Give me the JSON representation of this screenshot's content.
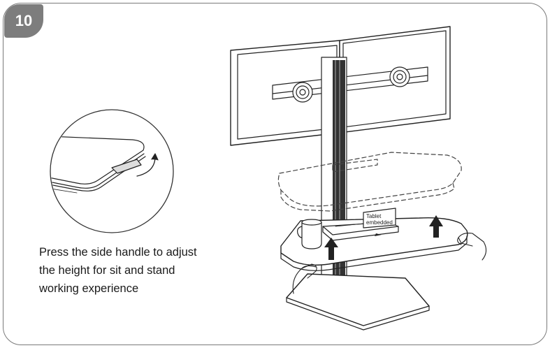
{
  "step": {
    "number": "10"
  },
  "instructions": {
    "lines": [
      "Press the side handle to adjust",
      "the height for sit and stand",
      "working experience"
    ]
  },
  "illustration": {
    "tablet_label_line1": "Tablet",
    "tablet_label_line2": "embedded"
  }
}
